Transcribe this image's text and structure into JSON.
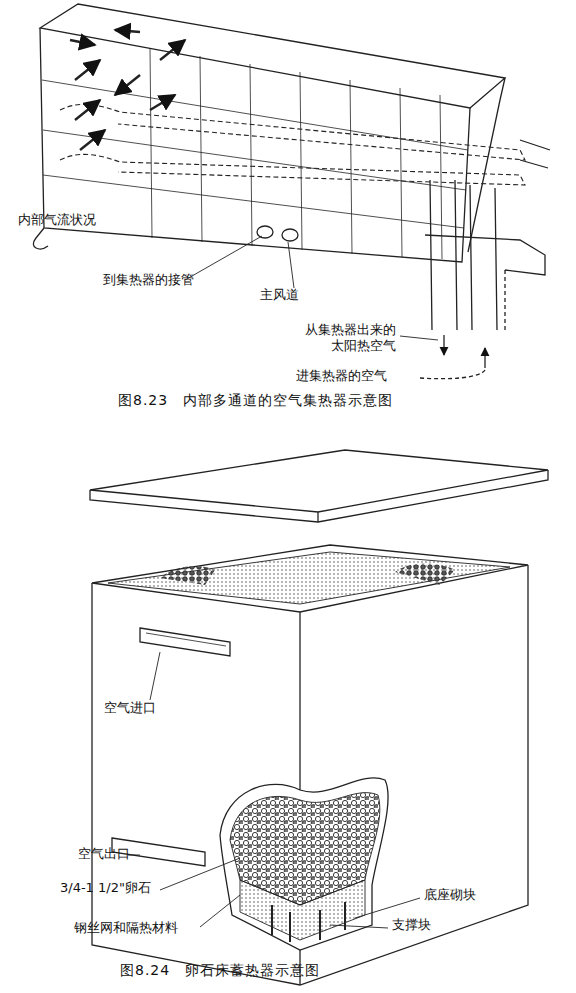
{
  "diagram": {
    "labels": [
      "内部气流状况",
      "到集热器的接管",
      "主风道",
      "从集热器出来的 太阳热空气",
      "进集热器的空气",
      "图8.23　内部多通道的空气集热器示意图",
      "空气进口",
      "空气出口",
      "3/4-1 1/2\"卵石",
      "钢丝网和隔热材料",
      "底座砌块",
      "支撑块",
      "图8.24　卵石床蓄热器示意图"
    ]
  }
}
